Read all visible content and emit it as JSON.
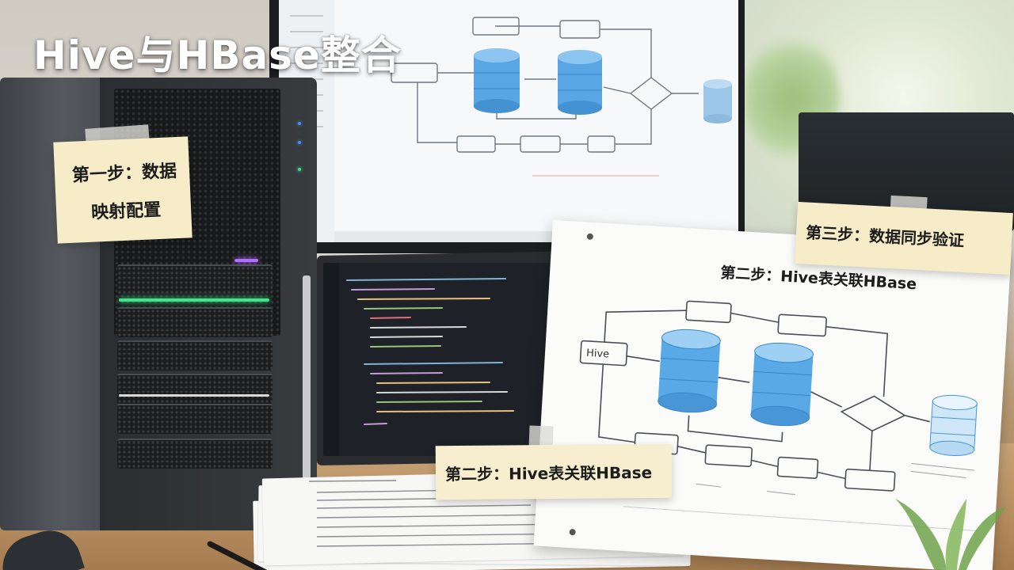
{
  "title": "Hive与HBase整合",
  "notes": {
    "step1": "第一步：数据映射配置",
    "step1_line1": "第一步：数据",
    "step1_line2": "映射配置",
    "step2": "第二步：Hive表关联HBase",
    "step3": "第三步：数据同步验证"
  },
  "diagram_card": {
    "heading": "第二步：Hive表关联HBase",
    "node_hive": "Hive"
  },
  "icons": [
    "server-tower",
    "monitor",
    "laptop",
    "paper-stack",
    "pen",
    "plant"
  ],
  "colors": {
    "note_yellow": "#f6ecc8",
    "cylinder_blue": "#4a9ee0",
    "led_green": "#3fe58a",
    "led_purple": "#b36bff"
  }
}
